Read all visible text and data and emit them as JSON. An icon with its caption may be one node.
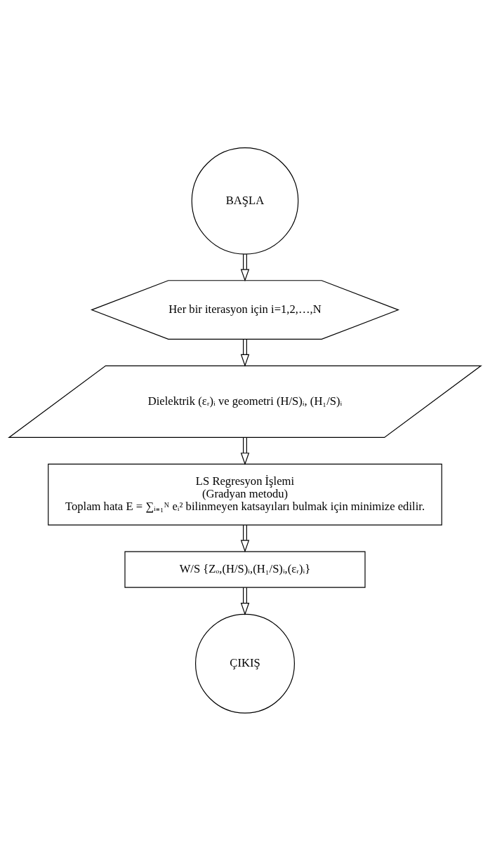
{
  "diagram": {
    "nodes": [
      {
        "text": [
          "BAŞLA"
        ]
      },
      {
        "text": [
          "Her bir iterasyon için i=1,2,…,N"
        ]
      },
      {
        "text": [
          "Dielektrik (εᵣ)ᵢ ve geometri (H/S)ᵢ, (H₁/S)ᵢ"
        ]
      },
      {
        "text": [
          "LS Regresyon İşlemi",
          "(Gradyan metodu)",
          "Toplam hata E = ∑ᵢ₌₁ᴺ eᵢ² bilinmeyen katsayıları bulmak için minimize edilir."
        ]
      },
      {
        "text": [
          "W/S {Zₒ,(H/S)ᵢ,(H₁/S)ᵢ,(εᵣ)ᵢ}"
        ]
      },
      {
        "text": [
          "ÇIKIŞ"
        ]
      }
    ],
    "edges": [
      {
        "from": 0,
        "to": 1,
        "arrow": "to"
      },
      {
        "from": 1,
        "to": 2,
        "arrow": "to"
      },
      {
        "from": 2,
        "to": 3,
        "arrow": "to"
      },
      {
        "from": 3,
        "to": 4,
        "arrow": "to"
      },
      {
        "from": 4,
        "to": 5,
        "arrow": "to"
      }
    ]
  }
}
